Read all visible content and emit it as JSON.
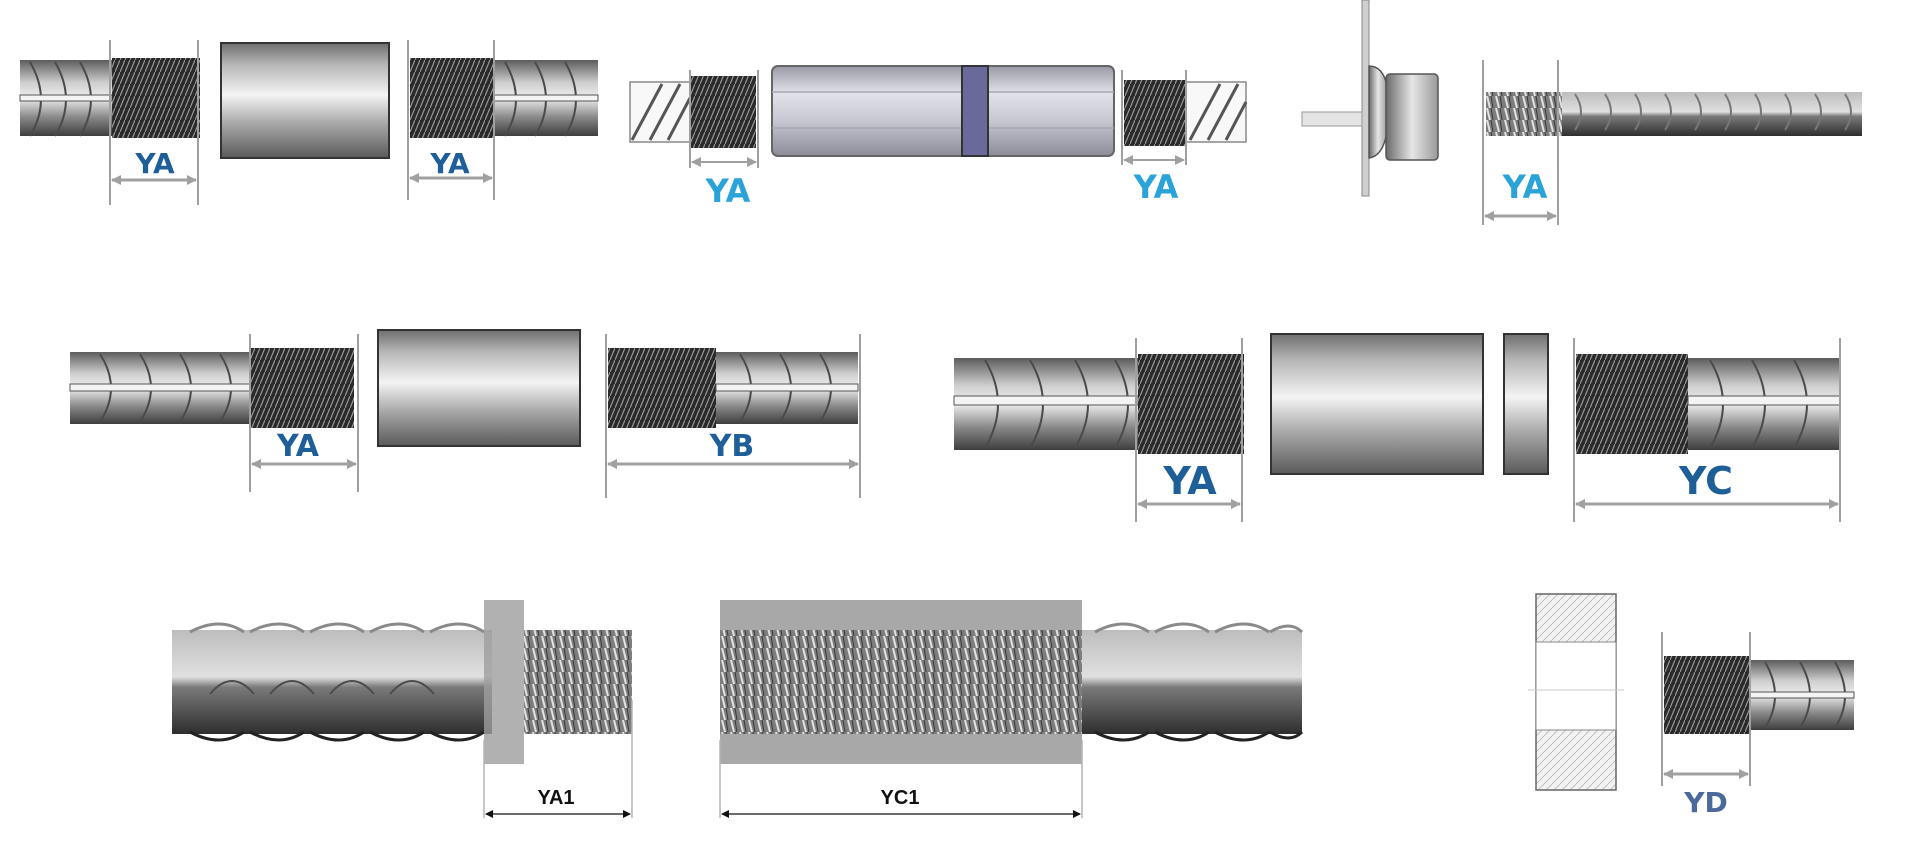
{
  "labels": {
    "p1_left": "YA",
    "p1_right": "YA",
    "p2_left": "YA",
    "p2_right": "YA",
    "p3": "YA",
    "p4_left": "YA",
    "p4_right": "YB",
    "p5_left": "YA",
    "p5_right": "YC",
    "p6": "YA1",
    "p7": "YC1",
    "p8": "YD"
  },
  "colors": {
    "dark_blue": "#1f5f99",
    "light_blue": "#2aa3d8",
    "slate_blue": "#4a6a9a",
    "dim_line": "#a0a0a0",
    "black_text": "#111111"
  }
}
